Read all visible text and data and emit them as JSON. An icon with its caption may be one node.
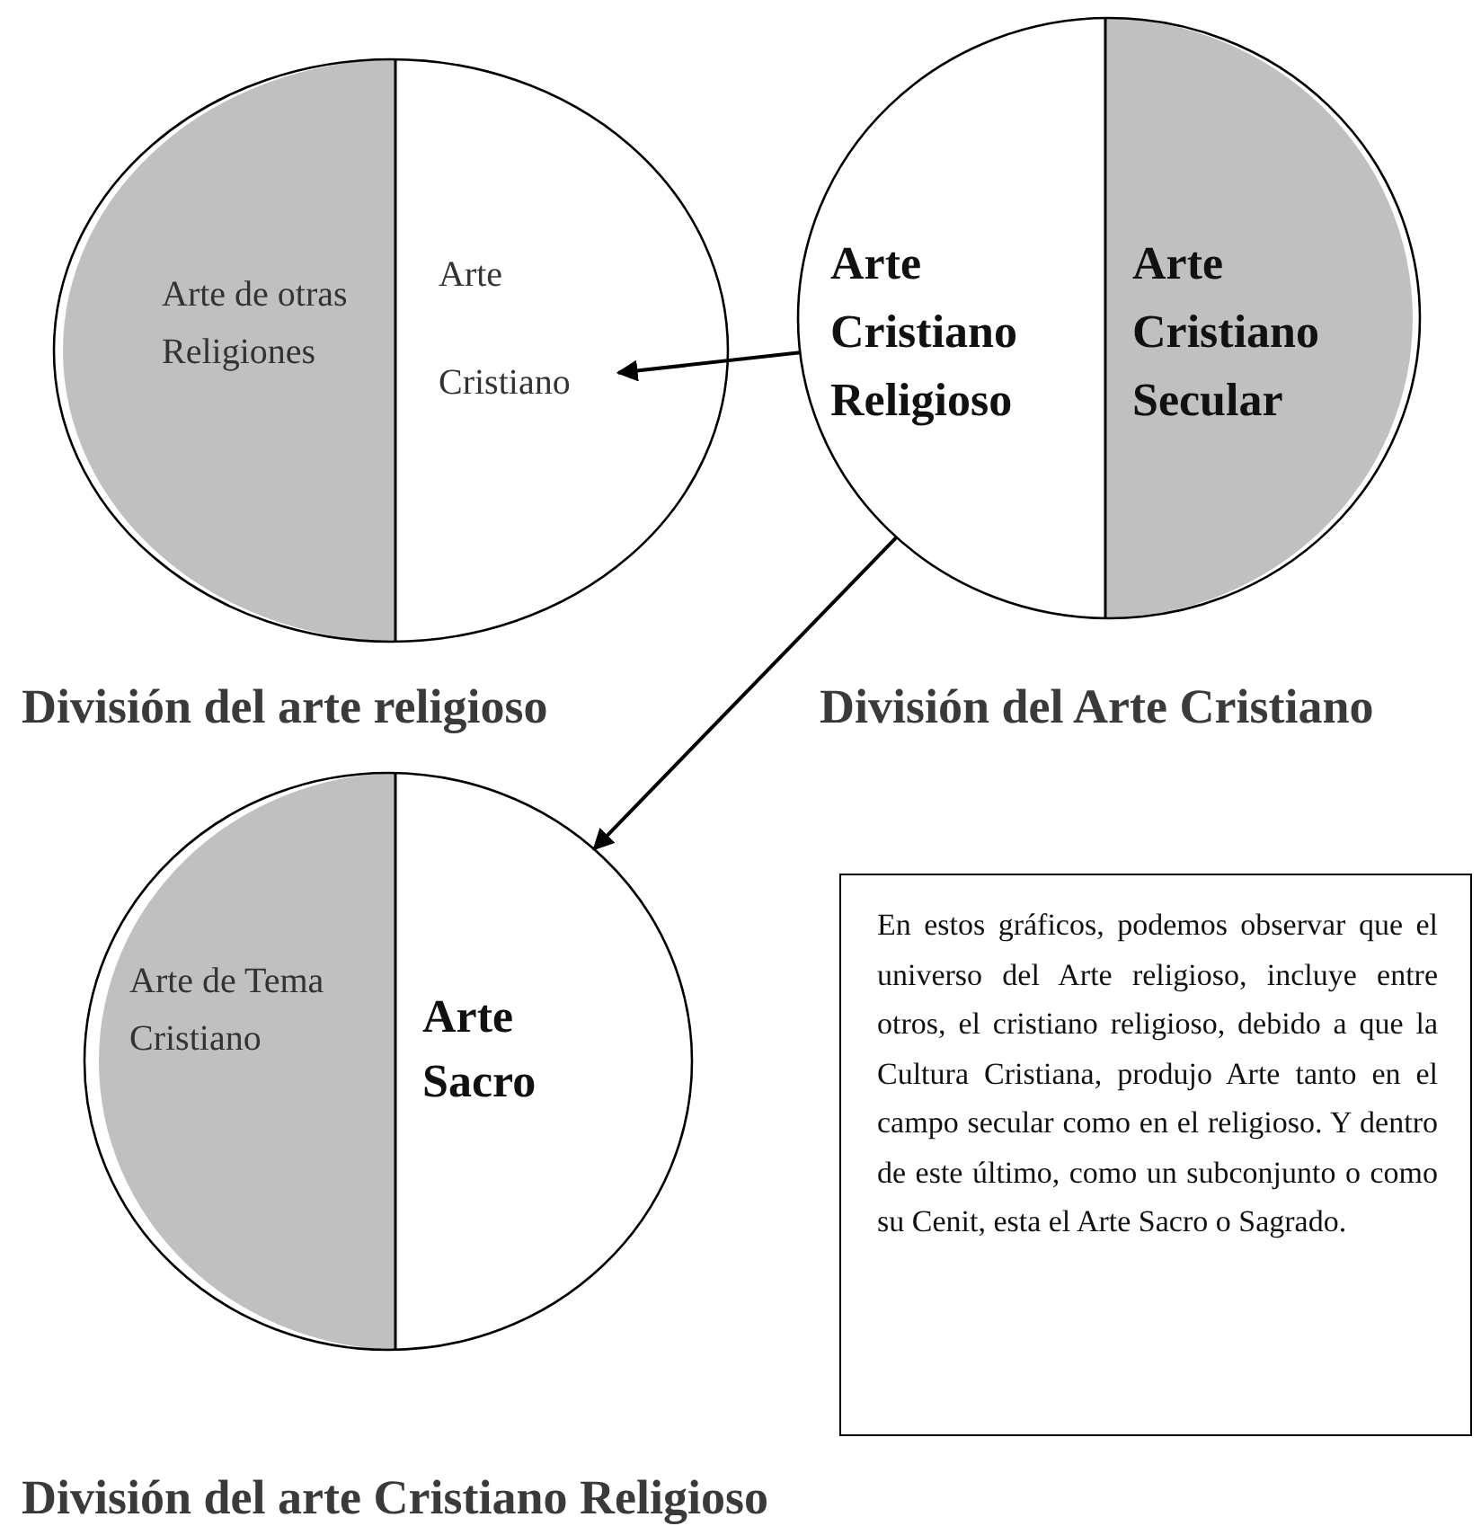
{
  "diagram": {
    "nodes": [
      {
        "text": [],
        "shape": "circle",
        "beside": [
          "División del arte religioso"
        ]
      },
      {
        "text": [
          "Arte de otras Religiones"
        ],
        "in": 0
      },
      {
        "text": [
          "Arte Cristiano"
        ],
        "in": 0
      },
      {
        "text": [],
        "shape": "circle",
        "beside": [
          "División del Arte Cristiano"
        ]
      },
      {
        "text": [
          "Arte Cristiano Religioso"
        ],
        "in": 3
      },
      {
        "text": [
          "Arte Cristiano Secular"
        ],
        "in": 3
      },
      {
        "text": [],
        "shape": "circle",
        "beside": [
          "División del arte Cristiano Religioso"
        ]
      },
      {
        "text": [
          "Arte de Tema Cristiano"
        ],
        "in": 6
      },
      {
        "text": [
          "Arte Sacro"
        ],
        "in": 6
      },
      {
        "text": [
          "En estos gráficos, podemos observar que el universo del Arte religioso, incluye entre otros, el cristiano religioso, debido a que la Cultura Cristiana, produjo Arte tanto en el campo secular como en el religioso. Y dentro de este último, como un subconjunto o como su Cenit, esta el Arte Sacro o Sagrado."
        ]
      }
    ],
    "edges": [
      {
        "from": 3,
        "to": 2,
        "arrow": "to"
      },
      {
        "from": 3,
        "to": 6,
        "arrow": "to"
      }
    ]
  }
}
